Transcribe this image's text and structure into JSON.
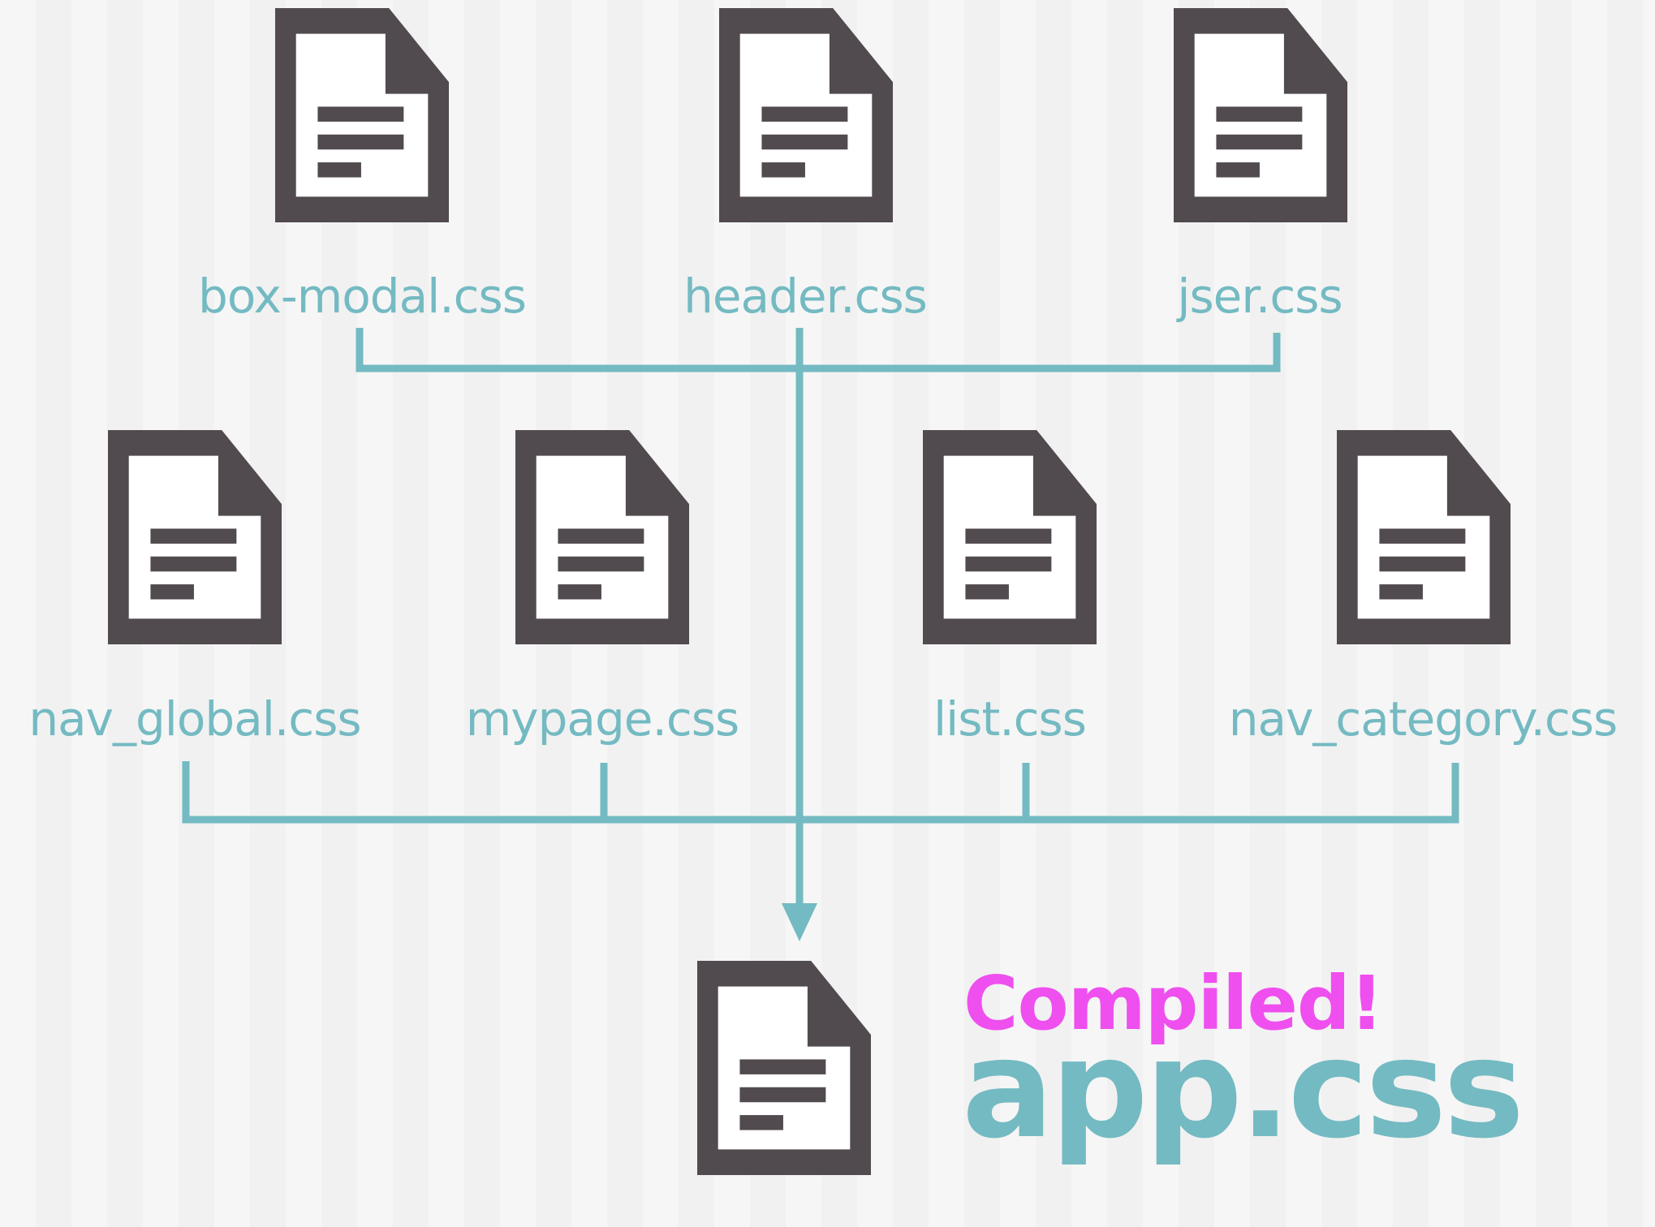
{
  "colors": {
    "icon": "#514a4f",
    "icon_fill": "#ffffff",
    "connector": "#74bac2",
    "label": "#74bac2",
    "accent": "#ef4fef",
    "background": "#f5f5f5"
  },
  "sources": {
    "row1": [
      {
        "label": "box-modal.css",
        "icon": "document-icon"
      },
      {
        "label": "header.css",
        "icon": "document-icon"
      },
      {
        "label": "jser.css",
        "icon": "document-icon"
      }
    ],
    "row2": [
      {
        "label": "nav_global.css",
        "icon": "document-icon"
      },
      {
        "label": "mypage.css",
        "icon": "document-icon"
      },
      {
        "label": "list.css",
        "icon": "document-icon"
      },
      {
        "label": "nav_category.css",
        "icon": "document-icon"
      }
    ]
  },
  "output": {
    "status": "Compiled!",
    "label": "app.css",
    "icon": "document-icon"
  }
}
